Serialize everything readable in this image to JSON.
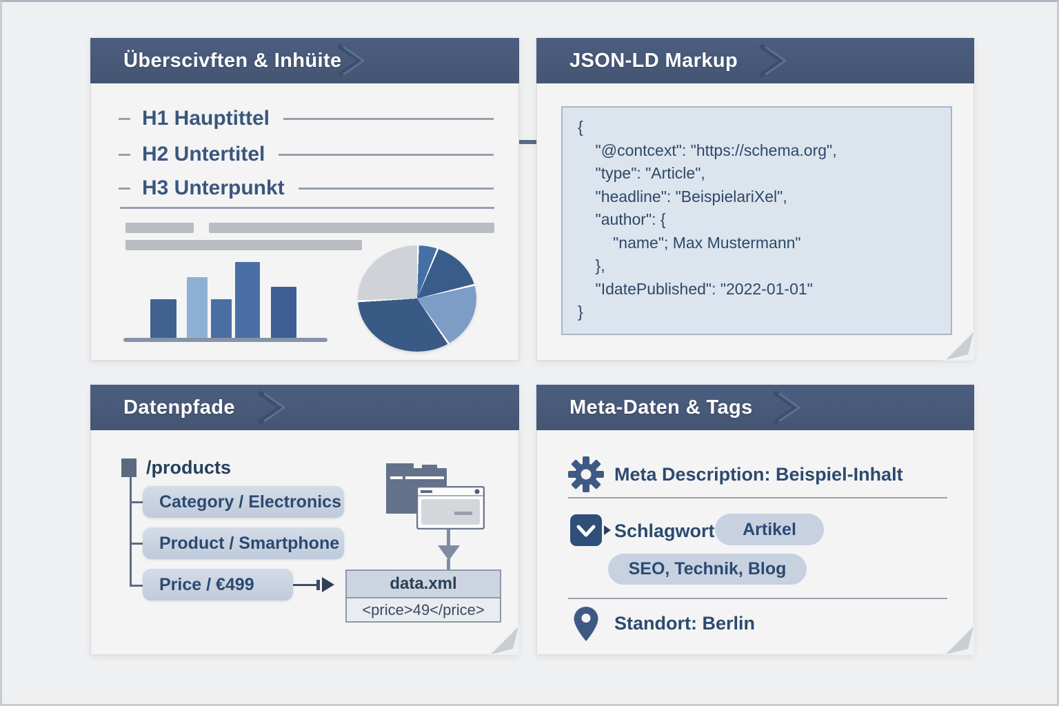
{
  "colors": {
    "page_bg": "#eff0f1",
    "panel_bg": "#f4f4f5",
    "band_bg": "#4b5d7e",
    "band_text": "#ffffff",
    "heading_text": "#3a577c",
    "code_bg": "#dce4ee",
    "code_text": "#2e4866",
    "node_box_bg": "#c9d3e0",
    "pill_bg": "#c7d1e0",
    "icon_blue": "#3e5a83",
    "connector": "#54657e"
  },
  "panels": {
    "headings": {
      "title": "Überscivften & Inhüite",
      "items": [
        {
          "label": "H1 Hauptittel"
        },
        {
          "label": "H2 Untertitel"
        },
        {
          "label": "H3 Unterpunkt"
        }
      ]
    },
    "jsonld": {
      "title": "JSON-LD Markup",
      "code_lines": [
        "{",
        "    \"@contcext\": \"https://schema.org\",",
        "    \"type\": \"Article\",",
        "    \"headline\": \"BeispielariXel\",",
        "    \"author\": {",
        "        \"name\"; Max Mustermann\"",
        "    },",
        "    \"IdatePublished\": \"2022-01-01\"",
        "}"
      ]
    },
    "datapaths": {
      "title": "Datenpfade",
      "root": "/products",
      "nodes": [
        {
          "label": "Category / Electronics"
        },
        {
          "label": "Product / Smartphone"
        },
        {
          "label": "Price / €499"
        }
      ],
      "file": {
        "name": "data.xml",
        "content": "<price>49</price>"
      }
    },
    "meta": {
      "title": "Meta-Daten & Tags",
      "row1": {
        "icon": "gear-icon",
        "text": "Meta Description: Beispiel-Inhalt"
      },
      "row2": {
        "icon": "tag-icon",
        "label": "Schlagwort :",
        "pill": "Artikel"
      },
      "row3": {
        "pill": "SEO, Technik, Blog"
      },
      "row4": {
        "icon": "location-pin-icon",
        "text": "Standort: Berlin"
      }
    }
  },
  "chart_data": [
    {
      "type": "bar",
      "categories": [
        "1",
        "2",
        "3",
        "4",
        "5"
      ],
      "values": [
        51,
        80,
        51,
        100,
        68
      ],
      "bar_colors": [
        "#41628f",
        "#8fb0d6",
        "#4a6da3",
        "#4a6fa5",
        "#3f5f94"
      ],
      "title": "",
      "xlabel": "",
      "ylabel": "",
      "ylim": [
        0,
        100
      ],
      "legend": false,
      "grid": false,
      "note": "decorative unlabeled bar chart inside headings panel"
    },
    {
      "type": "pie",
      "title": "",
      "legend": false,
      "slices": [
        {
          "label": "slice-1",
          "value": 6,
          "color": "#4470a6"
        },
        {
          "label": "slice-2",
          "value": 15,
          "color": "#3a5c8a"
        },
        {
          "label": "slice-3",
          "value": 19,
          "color": "#7e9dc6"
        },
        {
          "label": "slice-4",
          "value": 34,
          "color": "#395a84"
        },
        {
          "label": "slice-5",
          "value": 26,
          "color": "#cfd2d6"
        }
      ],
      "note": "decorative unlabeled pie chart inside headings panel, starts at 12 o'clock clockwise"
    }
  ],
  "icons": {
    "gear-icon": "settings gear",
    "tag-icon": "rounded square with chevron",
    "location-pin-icon": "map pin",
    "folder-icon": "file folder",
    "browser-window-icon": "application window",
    "arrow-right-icon": "right pointing arrow",
    "arrow-down-icon": "down pointing arrow",
    "chevron-banner-icon": "banner chevron"
  }
}
